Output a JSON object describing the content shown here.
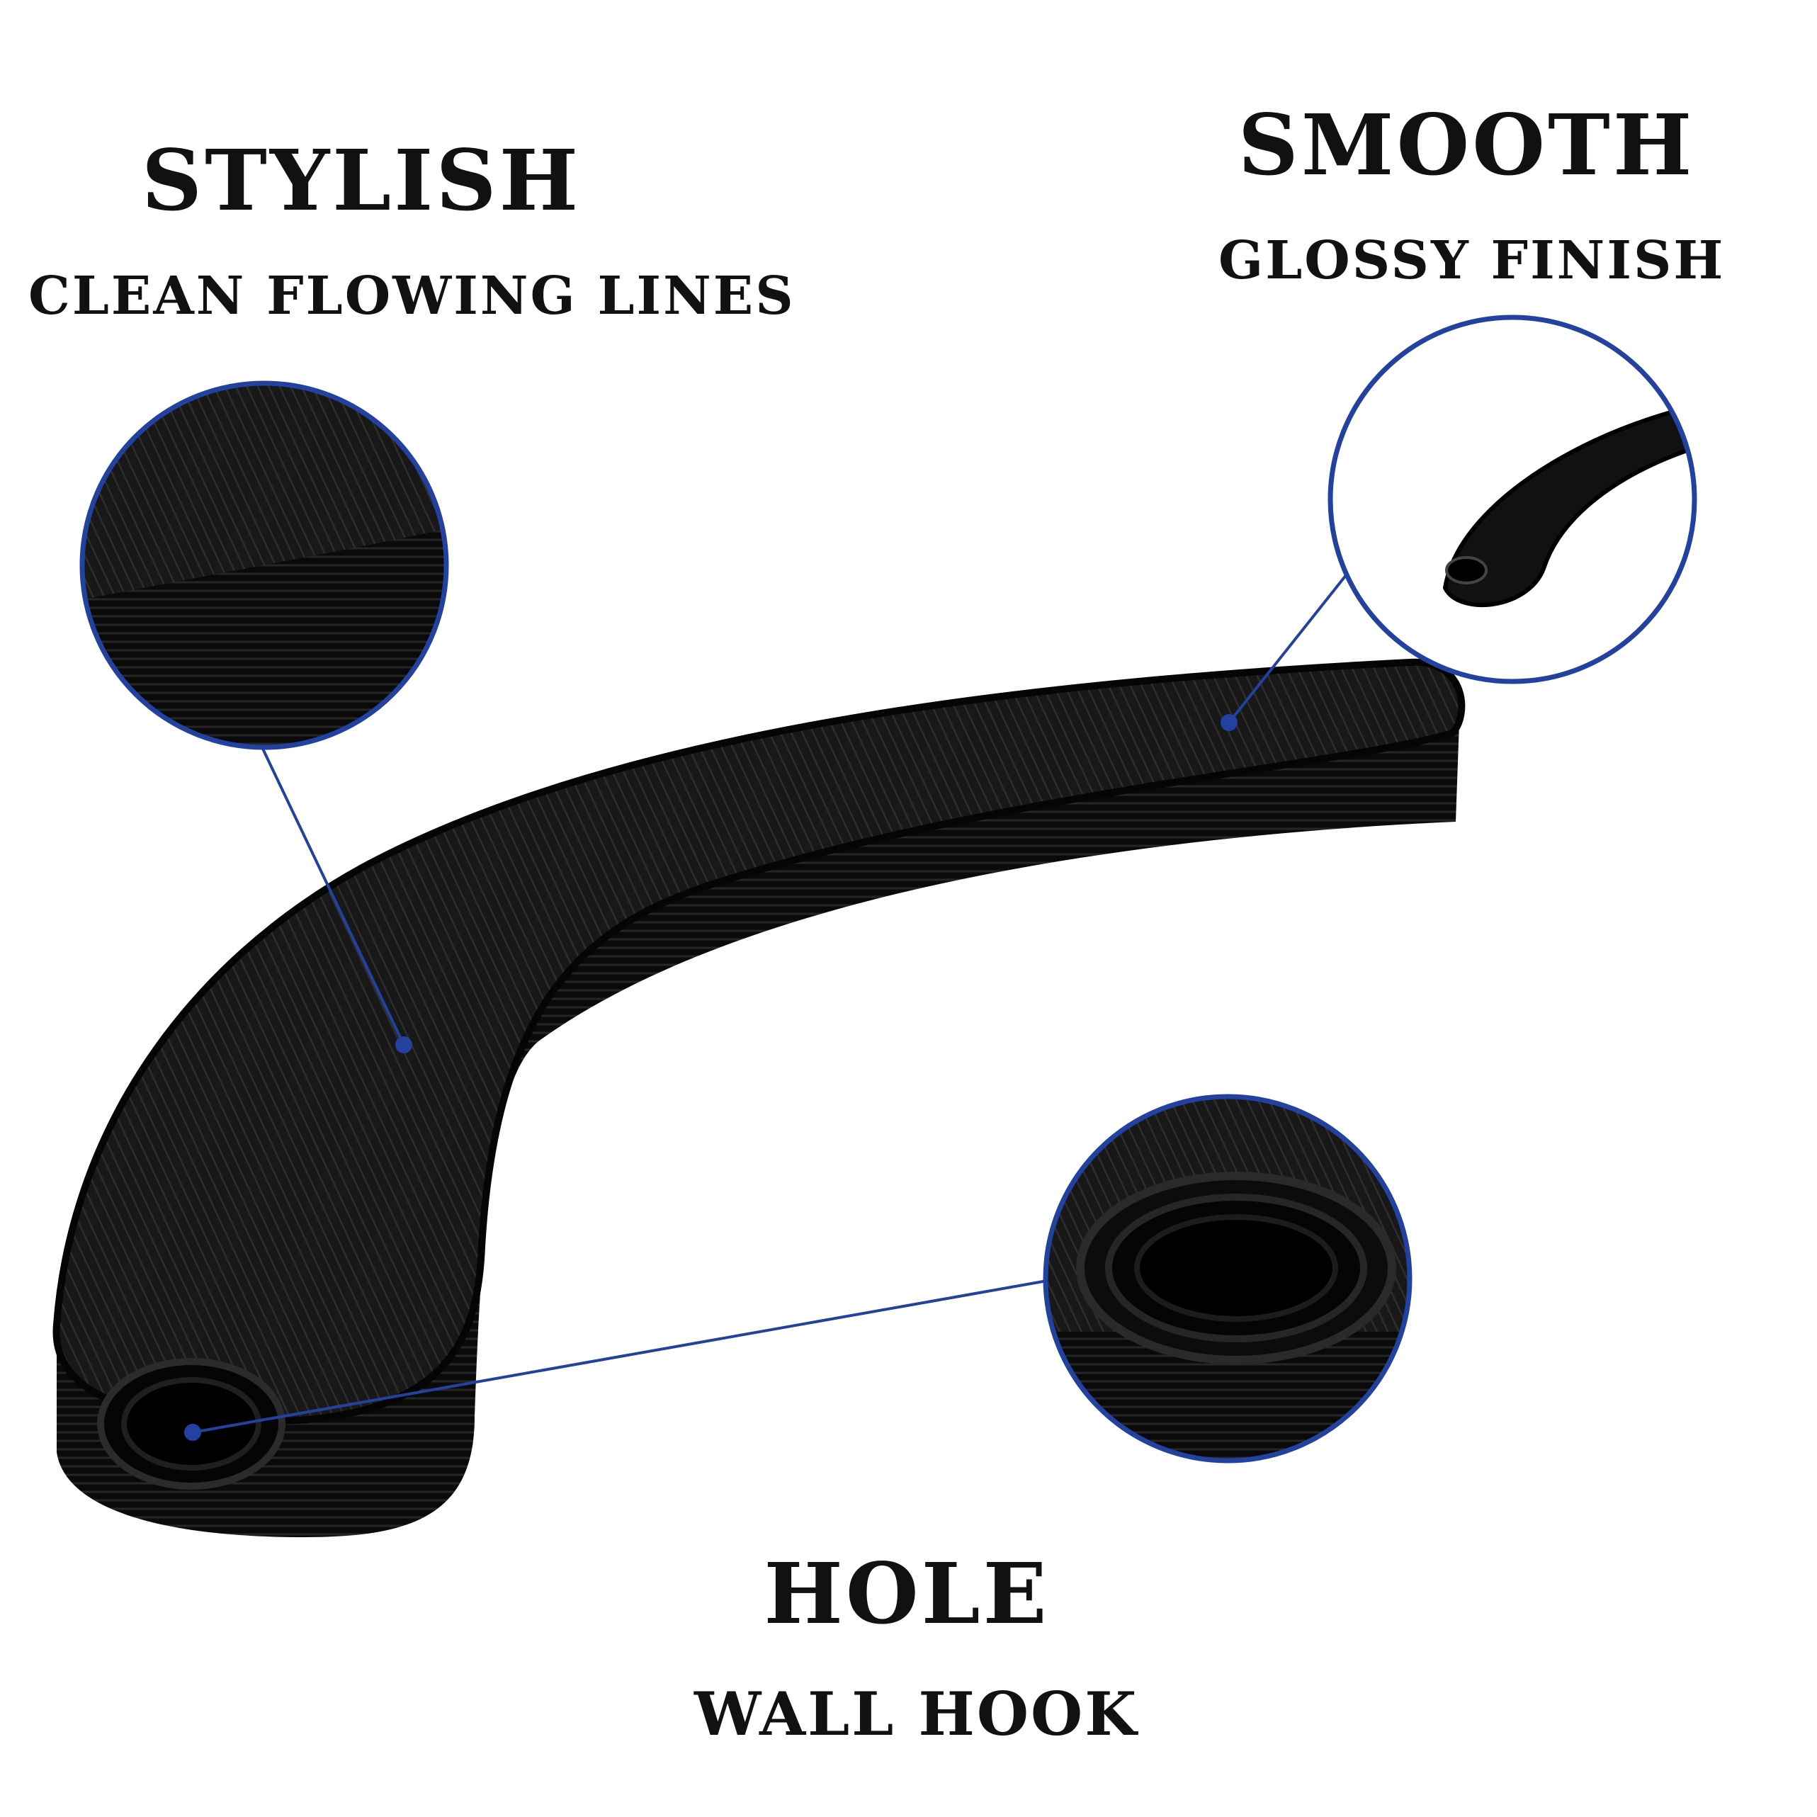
{
  "features": {
    "stylish": {
      "title": "STYLISH",
      "subtitle": "CLEAN FLOWING LINES"
    },
    "smooth": {
      "title": "SMOOTH",
      "subtitle": "GLOSSY FINISH"
    },
    "hole": {
      "title": "HOLE",
      "subtitle": "WALL HOOK"
    }
  },
  "colors": {
    "callout_line": "#2342a0",
    "callout_ring": "#2342a0",
    "product": "#0d0d0d",
    "product_top": "#1b1b1b",
    "text": "#111111",
    "background": "#ffffff"
  }
}
